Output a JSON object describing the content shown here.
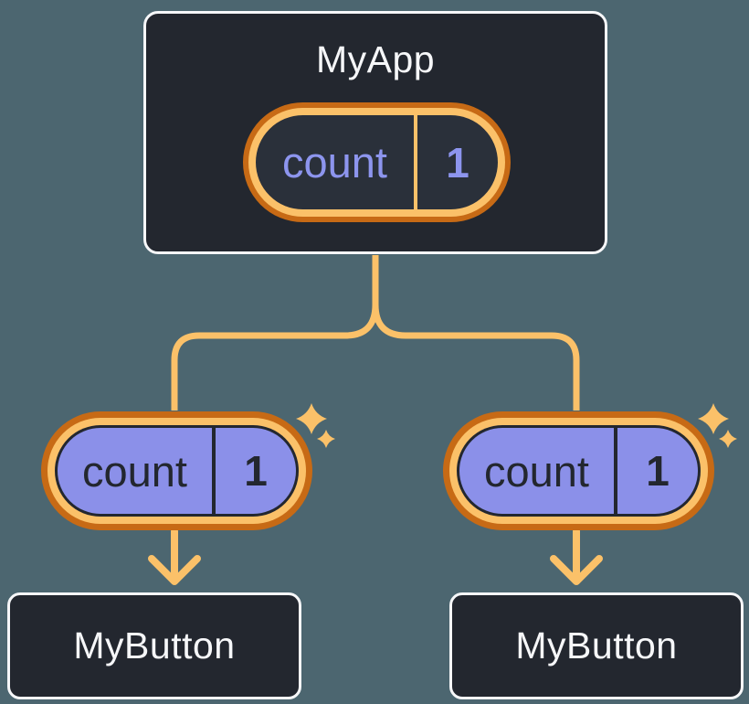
{
  "theme": {
    "bg": "#4C6670",
    "node-dark": "#23272F",
    "node-border": "#F6F7F9",
    "orange-dark": "#C76A15",
    "orange-light": "#FBC169",
    "purple-fill": "#8B90E9",
    "purple-text": "#8D95EE",
    "pill-interior": "#2A303A",
    "text-light": "#F6F7F9",
    "text-dark": "#23272F"
  },
  "diagram": {
    "app": {
      "label": "MyApp",
      "state": {
        "name": "count",
        "value": "1"
      }
    },
    "buttons": [
      {
        "label": "MyButton",
        "prop": {
          "name": "count",
          "value": "1"
        }
      },
      {
        "label": "MyButton",
        "prop": {
          "name": "count",
          "value": "1"
        }
      }
    ]
  }
}
